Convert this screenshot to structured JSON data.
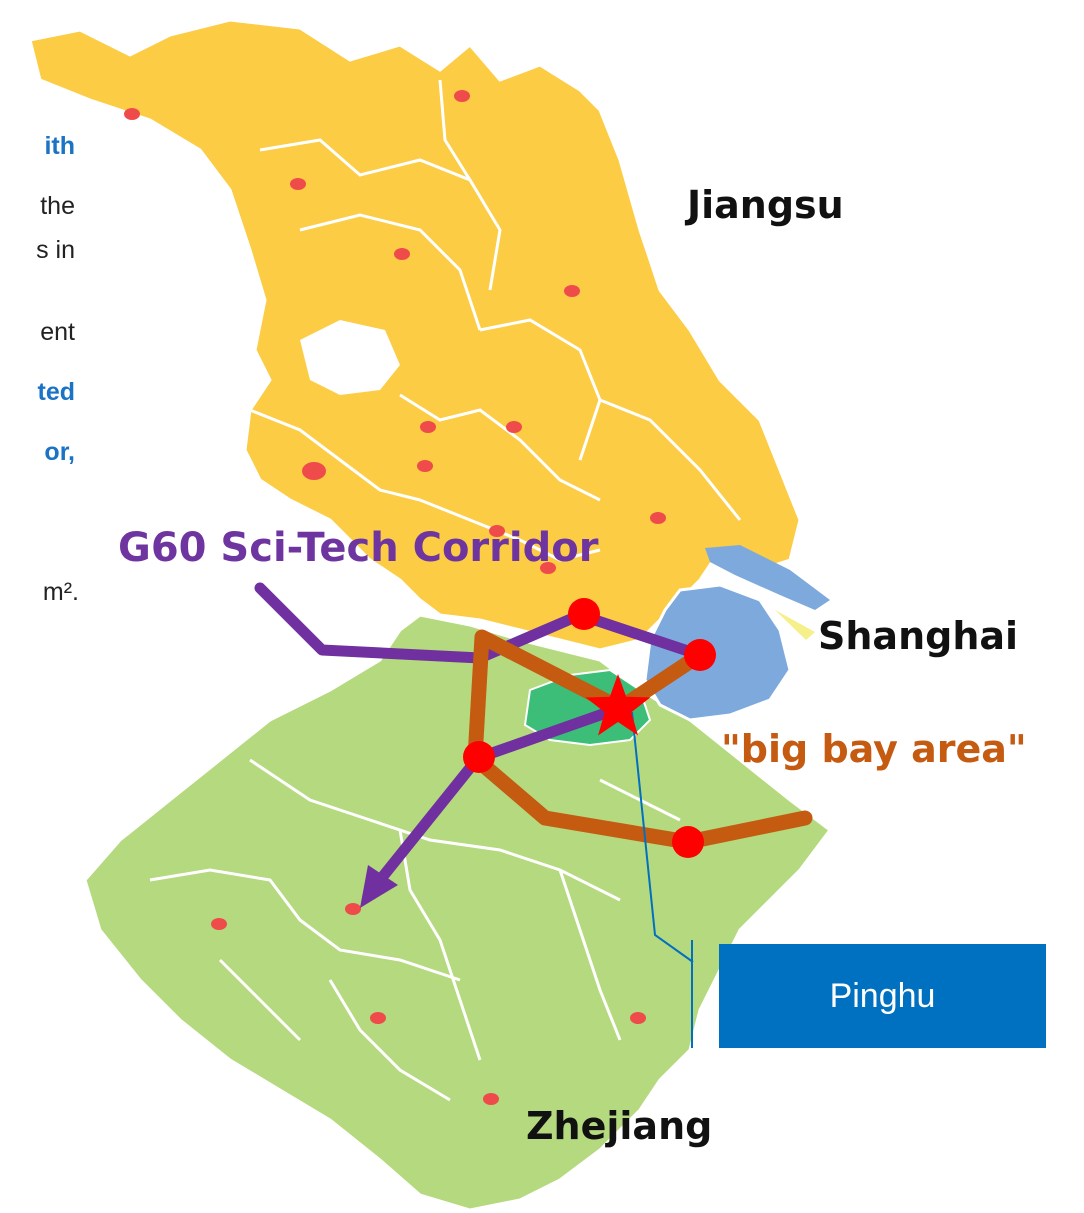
{
  "text_fragments": {
    "f1": "ith",
    "f2": "the",
    "f3": "s in",
    "f4": "ent",
    "f5": "ted",
    "f6": "or,",
    "f7": "m²."
  },
  "labels": {
    "jiangsu": "Jiangsu",
    "shanghai": "Shanghai",
    "zhejiang": "Zhejiang",
    "g60": "G60 Sci-Tech Corridor",
    "bay_area": "\"big bay area\"",
    "pinghu": "Pinghu"
  },
  "colors": {
    "jiangsu_fill": "#fccc45",
    "zhejiang_fill": "#b4d97e",
    "shanghai_fill": "#7da9dc",
    "pinghu_fill": "#3cbe78",
    "city_dot": "#ef4b4b",
    "g60_line": "#7030a0",
    "bay_line": "#c55a11",
    "node": "#ff0000",
    "highlight_text": "#1a73c5",
    "pinghu_box": "#0070c0"
  },
  "icons": {
    "pinghu_marker": "star-icon",
    "corridor_nodes": "red-circle-icon",
    "g60_direction": "arrow-icon"
  }
}
